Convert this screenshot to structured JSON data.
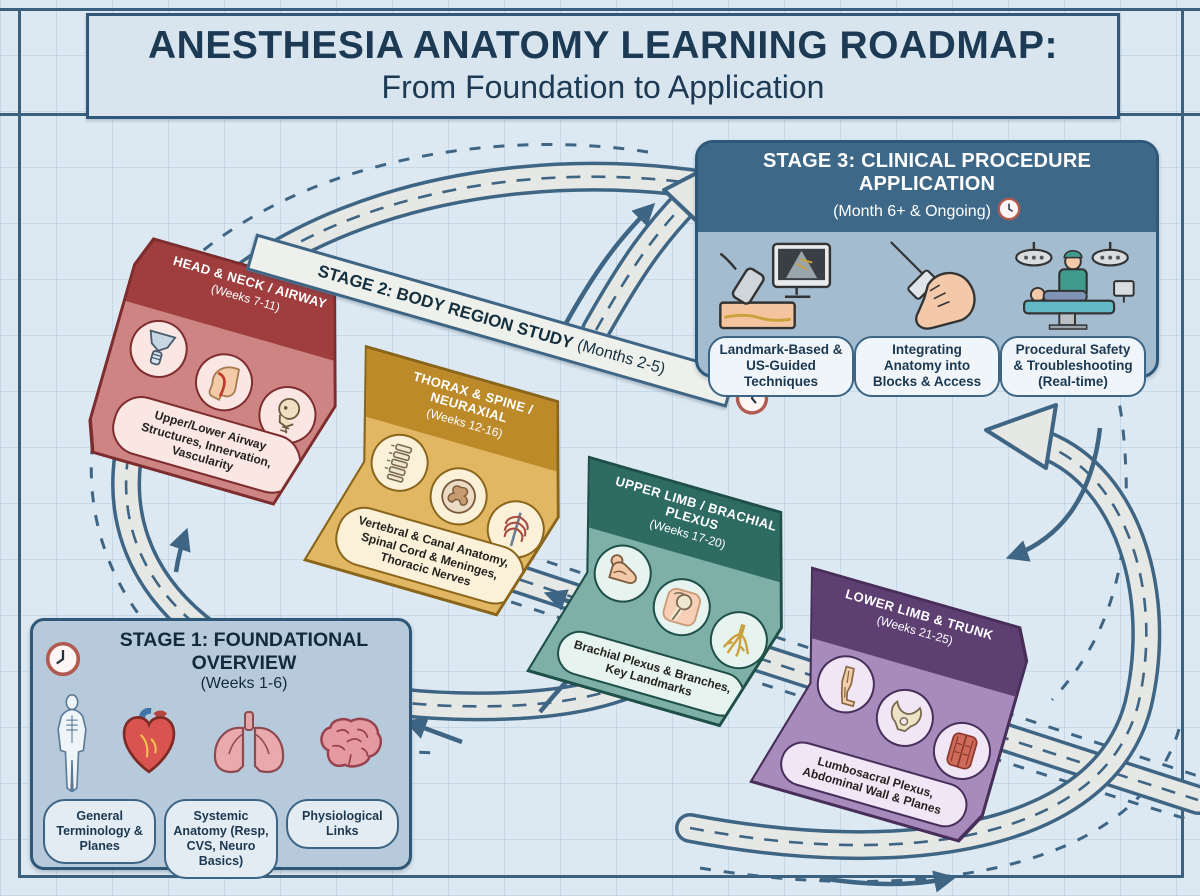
{
  "title": {
    "line1": "ANESTHESIA ANATOMY LEARNING ROADMAP:",
    "line2": "From Foundation to Application"
  },
  "stage1": {
    "title": "STAGE 1: FOUNDATIONAL OVERVIEW",
    "subtitle": "(Weeks 1-6)",
    "icons": [
      "human-body",
      "heart",
      "lungs",
      "brain"
    ],
    "topics": [
      "General Terminology & Planes",
      "Systemic Anatomy (Resp, CVS, Neuro Basics)",
      "Physiological Links"
    ]
  },
  "stage2": {
    "title": "STAGE 2: BODY REGION STUDY",
    "months": "(Months 2-5)",
    "segments": [
      {
        "name": "HEAD & NECK / AIRWAY",
        "weeks": "(Weeks 7-11)",
        "topics": "Upper/Lower Airway Structures, Innervation, Vascularity",
        "icons": [
          "larynx",
          "airway-head",
          "skull-cervical-spine"
        ],
        "colors": {
          "header": "#a03d3e",
          "body": "#cf8484",
          "pill": "#fae7e4",
          "border": "#7e2d2e"
        }
      },
      {
        "name": "THORAX & SPINE / NEURAXIAL",
        "weeks": "(Weeks 12-16)",
        "topics": "Vertebral & Canal Anatomy, Spinal Cord & Meninges, Thoracic Nerves",
        "icons": [
          "vertebral-column",
          "spinal-cord-section",
          "ribcage"
        ],
        "colors": {
          "header": "#bd8a2a",
          "body": "#e2b763",
          "pill": "#fbf1d9",
          "border": "#8a651c"
        }
      },
      {
        "name": "UPPER LIMB / BRACHIAL PLEXUS",
        "weeks": "(Weeks 17-20)",
        "topics": "Brachial Plexus & Branches, Key Landmarks",
        "icons": [
          "flexed-arm",
          "shoulder-joint",
          "nerve-plexus"
        ],
        "colors": {
          "header": "#2e6b63",
          "body": "#7fb0a8",
          "pill": "#e7f3ee",
          "border": "#1e4f48"
        }
      },
      {
        "name": "LOWER LIMB & TRUNK",
        "weeks": "(Weeks 21-25)",
        "topics": "Lumbosacral Plexus, Abdominal Wall & Planes",
        "icons": [
          "leg",
          "pelvis",
          "abdominal-wall"
        ],
        "colors": {
          "header": "#5d3f72",
          "body": "#a78bbc",
          "pill": "#f1e6f6",
          "border": "#472f59"
        }
      }
    ]
  },
  "stage3": {
    "title": "STAGE 3: CLINICAL PROCEDURE APPLICATION",
    "subtitle": "(Month 6+ & Ongoing)",
    "icons": [
      "ultrasound-probe-monitor",
      "hand-with-needle",
      "operating-room"
    ],
    "topics": [
      "Landmark-Based & US-Guided Techniques",
      "Integrating Anatomy into Blocks & Access",
      "Procedural Safety & Troubleshooting (Real-time)"
    ]
  },
  "palette": {
    "background": "#dde9f2",
    "frame": "#3a617f",
    "road_fill": "#e6e8e5",
    "road_border": "#3f6584",
    "title_text": "#1d3a55",
    "stage3_header": "#3d6888",
    "stage3_body": "#a4bcd0",
    "stage1_body": "#b7cadb",
    "clock_ring": "#b05a50"
  }
}
